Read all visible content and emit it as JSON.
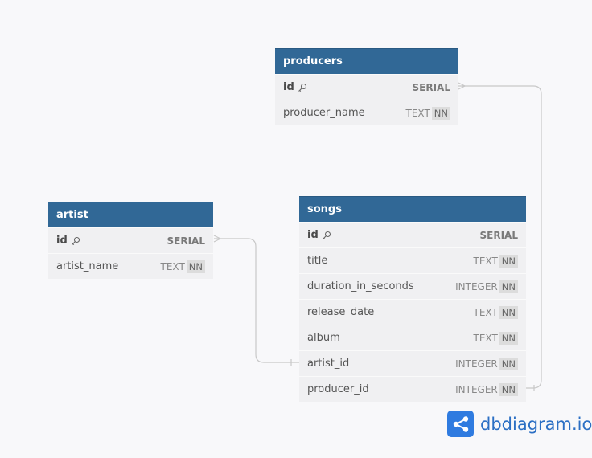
{
  "tables": {
    "producers": {
      "name": "producers",
      "columns": [
        {
          "name": "id",
          "type": "SERIAL",
          "nn": "",
          "pk": true
        },
        {
          "name": "producer_name",
          "type": "TEXT",
          "nn": "NN",
          "pk": false
        }
      ]
    },
    "artist": {
      "name": "artist",
      "columns": [
        {
          "name": "id",
          "type": "SERIAL",
          "nn": "",
          "pk": true
        },
        {
          "name": "artist_name",
          "type": "TEXT",
          "nn": "NN",
          "pk": false
        }
      ]
    },
    "songs": {
      "name": "songs",
      "columns": [
        {
          "name": "id",
          "type": "SERIAL",
          "nn": "",
          "pk": true
        },
        {
          "name": "title",
          "type": "TEXT",
          "nn": "NN",
          "pk": false
        },
        {
          "name": "duration_in_seconds",
          "type": "INTEGER",
          "nn": "NN",
          "pk": false
        },
        {
          "name": "release_date",
          "type": "TEXT",
          "nn": "NN",
          "pk": false
        },
        {
          "name": "album",
          "type": "TEXT",
          "nn": "NN",
          "pk": false
        },
        {
          "name": "artist_id",
          "type": "INTEGER",
          "nn": "NN",
          "pk": false
        },
        {
          "name": "producer_id",
          "type": "INTEGER",
          "nn": "NN",
          "pk": false
        }
      ]
    }
  },
  "relations": [
    {
      "from": "songs.artist_id",
      "to": "artist.id"
    },
    {
      "from": "songs.producer_id",
      "to": "producers.id"
    }
  ],
  "brand": {
    "text": "dbdiagram.io",
    "icon": "share-nodes-icon",
    "color": "#2f7be0"
  },
  "colors": {
    "header": "#316896",
    "row": "#f0f0f2",
    "connector": "#c8c8c8"
  }
}
